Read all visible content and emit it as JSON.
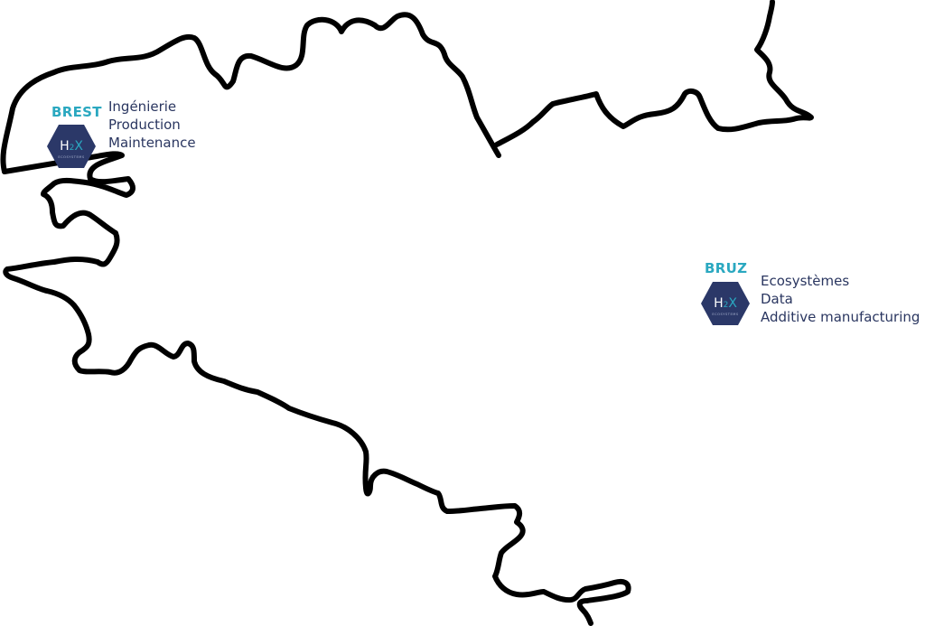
{
  "map": {
    "coastline_color": "#000000",
    "background": "#ffffff"
  },
  "colors": {
    "accent": "#2aa8c0",
    "navy": "#2a3660",
    "logo_fill": "#2b3868"
  },
  "logo": {
    "text": "H2X",
    "subtext": "ECOSYSTEMS"
  },
  "sites": [
    {
      "city": "BREST",
      "activities": [
        "Ingénierie",
        "Production",
        "Maintenance"
      ]
    },
    {
      "city": "BRUZ",
      "activities": [
        "Ecosystèmes",
        "Data",
        "Additive manufacturing"
      ]
    }
  ]
}
